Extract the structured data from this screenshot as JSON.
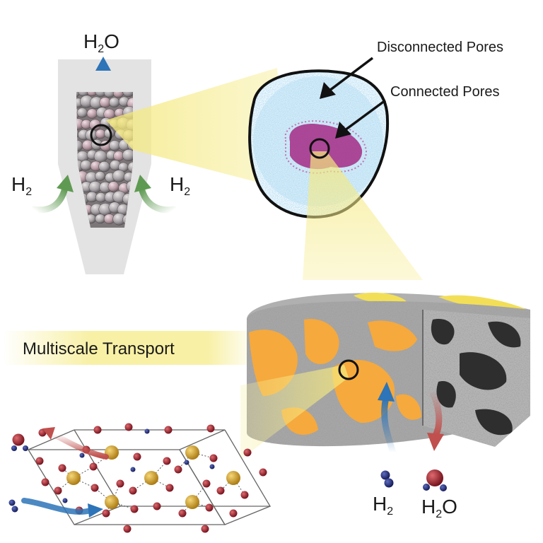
{
  "figure": {
    "reactor": {
      "outlet_label": {
        "main": "H",
        "sub": "2",
        "tail": "O"
      },
      "inlet_left_label": {
        "main": "H",
        "sub": "2"
      },
      "inlet_right_label": {
        "main": "H",
        "sub": "2"
      }
    },
    "pellet": {
      "disconnected_label": "Disconnected Pores",
      "connected_label": "Connected Pores"
    },
    "section": {
      "title": "Multiscale Transport",
      "in_label": {
        "main": "H",
        "sub": "2"
      },
      "out_label": {
        "main": "H",
        "sub": "2",
        "tail": "O"
      }
    }
  },
  "colors": {
    "reactor_gray": "#e3e3e3",
    "highlight_yellow": "#f7ee9a",
    "disconnected_pores": "#7fc4ea",
    "connected_pores": "#a42a85",
    "solid_gray": "#a6a6a6",
    "pore_orange": "#f6a93c",
    "pore_yellow": "#f2df57",
    "iron_gold": "#d29b1c",
    "oxygen_red": "#9e1f2b",
    "hydrogen_blue": "#1c2a7a",
    "flow_green": "#5f9a52",
    "flow_blue": "#2d74b8",
    "flow_red": "#c0504d"
  },
  "icons": [
    "water-molecule-icon",
    "hydrogen-molecule-icon",
    "flow-arrow-icon",
    "magnifier-circle-icon"
  ]
}
